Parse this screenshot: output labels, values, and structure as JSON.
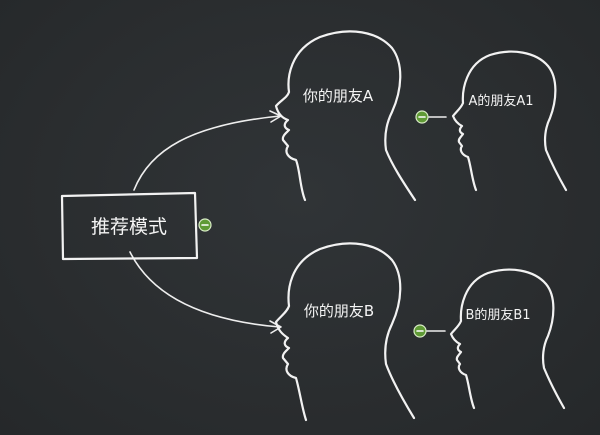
{
  "root": {
    "label": "推荐模式"
  },
  "friends": [
    {
      "label": "你的朋友A",
      "sub_label": "A的朋友A1"
    },
    {
      "label": "你的朋友B",
      "sub_label": "B的朋友B1"
    }
  ],
  "colors": {
    "background": "#2a2d2f",
    "line": "#f2f2f2",
    "collapse_toggle": "#5f9a35"
  },
  "icons": {
    "collapse": "minus-circle-icon"
  }
}
